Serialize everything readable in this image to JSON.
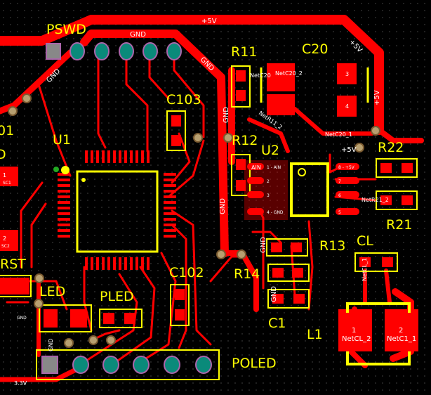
{
  "designators": {
    "pswd": "PSWD",
    "u1": "U1",
    "c103": "C103",
    "r11": "R11",
    "c20": "C20",
    "r12": "R12",
    "u2": "U2",
    "r22": "R22",
    "r21": "R21",
    "r13": "R13",
    "cl": "CL",
    "r14": "R14",
    "c102": "C102",
    "c1": "C1",
    "l1": "L1",
    "led": "LED",
    "pled": "PLED",
    "poled": "POLED",
    "rst": "RST",
    "d_partial": "D",
    "o1_partial": "01"
  },
  "nets": {
    "plus5v_top": "+5V",
    "plus5v_c20": "+5V",
    "plus5v_side": "+5V",
    "plus5v_u2": "+5V",
    "gnd_top": "GND",
    "gnd_left": "GND",
    "gnd_diag": "GND",
    "gnd_vert1": "GND",
    "gnd_vert2": "GND",
    "gnd_r13": "GND",
    "gnd_r14": "GND",
    "gnd_poled": "GND",
    "gnd_led": "GND",
    "v33": "3.3V",
    "netc20_1": "NetC20_1",
    "netc20_2": "NetC20_2",
    "netr11_2": "NetR11_2",
    "netr21_2": "NetR21_2",
    "netcl_1": "NetCL_1",
    "netcl_2": "NetCL_2",
    "netc1_1": "NetC1_1",
    "netc20_pad": "NetC20",
    "ain": "AIN",
    "net_sc1": "SC1",
    "net_sc2": "SC2"
  },
  "pads": {
    "l1_pad1_num": "1",
    "l1_pad1_net": "NetCL_2",
    "l1_pad2_num": "2",
    "l1_pad2_net": "NetC1_1",
    "c20_pad3": "3",
    "c20_pad4": "4",
    "left_pad1": "1",
    "left_pad2": "2",
    "u2_pin1": "1 - AIN",
    "u2_pin2": "2",
    "u2_pin3": "3",
    "u2_pin4": "4 - GND",
    "u2_pin8": "8 - +5V",
    "u2_pin7": "7",
    "u2_pin6": "6",
    "u2_pin5": "5"
  },
  "colors": {
    "copper": "#ff0000",
    "silkscreen": "#ffff00",
    "pad_cyan": "#0a8a7a",
    "pad_square": "#888888",
    "via": "#b8a070",
    "background": "#000000"
  }
}
